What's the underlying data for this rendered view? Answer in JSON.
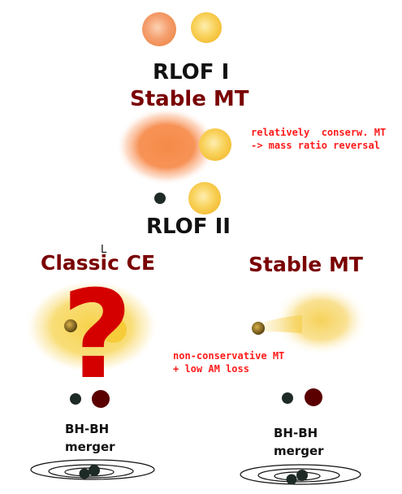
{
  "stages": {
    "rlof1": "RLOF I",
    "stable_mt_top": "Stable MT",
    "rlof2": "RLOF II"
  },
  "annotations": {
    "top_note_line1": "relatively  conserw. MT",
    "top_note_line2": "-> mass ratio reversal",
    "mid_note_line1": "non-conservative MT",
    "mid_note_line2": "+ low AM loss"
  },
  "channels": {
    "left_title": "Classic CE",
    "right_title": "Stable MT",
    "question": "?"
  },
  "outcomes": {
    "left_line1": "BH-BH",
    "left_line2": "merger",
    "right_line1": "BH-BH",
    "right_line2": "merger"
  },
  "colors": {
    "donor_orange": "#f5894a",
    "companion_yellow": "#f7c63a",
    "dark_red": "#7a0000",
    "note_red": "#ff1a1a",
    "bh_dark": "#1e2a26",
    "bh_red": "#5a0000"
  }
}
